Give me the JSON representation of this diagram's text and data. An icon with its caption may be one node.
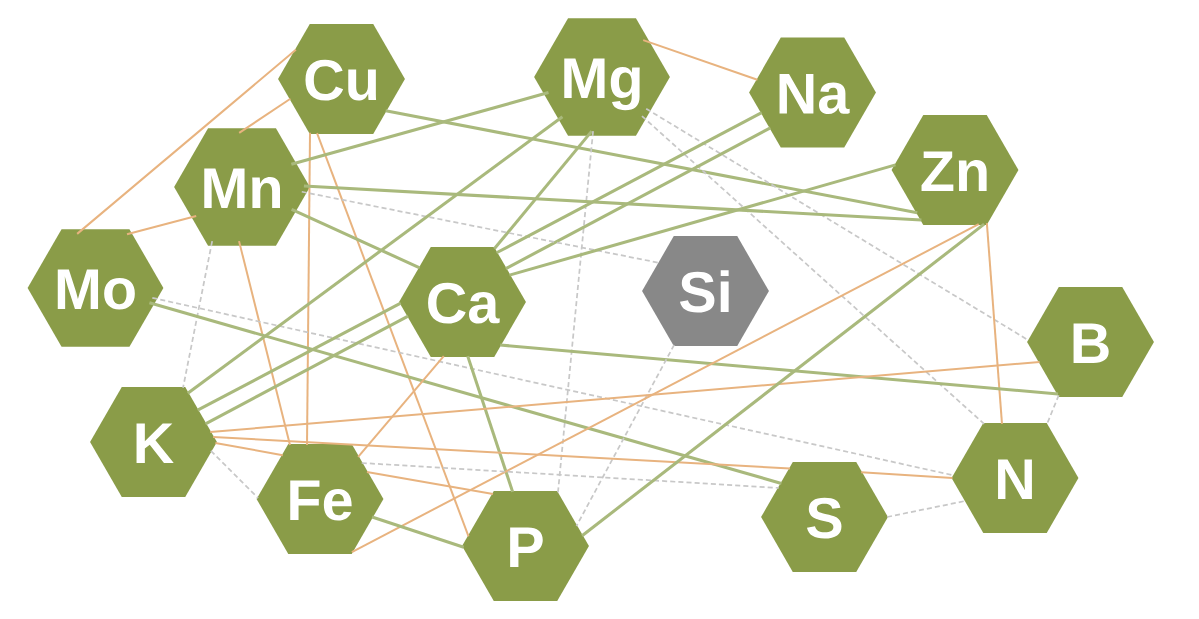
{
  "diagram": {
    "nodes": [
      {
        "text": [
          "Cu"
        ]
      },
      {
        "text": [
          "Mg"
        ]
      },
      {
        "text": [
          "Na"
        ]
      },
      {
        "text": [
          "Mn"
        ]
      },
      {
        "text": [
          "Zn"
        ]
      },
      {
        "text": [
          "Mo"
        ]
      },
      {
        "text": [
          "Ca"
        ]
      },
      {
        "text": [
          "Si"
        ]
      },
      {
        "text": [
          "B"
        ]
      },
      {
        "text": [
          "K"
        ]
      },
      {
        "text": [
          "Fe"
        ]
      },
      {
        "text": [
          "P"
        ]
      },
      {
        "text": [
          "S"
        ]
      },
      {
        "text": [
          "N"
        ]
      }
    ],
    "edges": [
      {
        "from": 0,
        "to": 5,
        "arrow": "none",
        "color": "#e8b37f"
      },
      {
        "from": 0,
        "to": 3,
        "arrow": "none",
        "color": "#e8b37f"
      },
      {
        "from": 0,
        "to": 10,
        "arrow": "none",
        "color": "#e8b37f"
      },
      {
        "from": 0,
        "to": 11,
        "arrow": "none",
        "color": "#e8b37f"
      },
      {
        "from": 0,
        "to": 4,
        "arrow": "none"
      },
      {
        "from": 1,
        "to": 2,
        "arrow": "none",
        "color": "#e8b37f"
      },
      {
        "from": 1,
        "to": 6,
        "arrow": "none"
      },
      {
        "from": 1,
        "to": 11,
        "arrow": "none",
        "style": "dashed",
        "color": "#c8c8c8"
      },
      {
        "from": 1,
        "to": 8,
        "arrow": "none",
        "style": "dashed",
        "color": "#c8c8c8"
      },
      {
        "from": 1,
        "to": 13,
        "arrow": "none",
        "style": "dashed",
        "color": "#c8c8c8"
      },
      {
        "from": 2,
        "to": 6,
        "arrow": "none"
      },
      {
        "from": 3,
        "to": 5,
        "arrow": "none",
        "color": "#e8b37f"
      },
      {
        "from": 3,
        "to": 1,
        "arrow": "none"
      },
      {
        "from": 3,
        "to": 4,
        "arrow": "none"
      },
      {
        "from": 3,
        "to": 6,
        "arrow": "none"
      },
      {
        "from": 3,
        "to": 10,
        "arrow": "none",
        "color": "#e8b37f"
      },
      {
        "from": 3,
        "to": 9,
        "arrow": "none",
        "style": "dashed",
        "color": "#c8c8c8"
      },
      {
        "from": 3,
        "to": 7,
        "arrow": "none",
        "style": "dashed",
        "color": "#c8c8c8"
      },
      {
        "from": 4,
        "to": 13,
        "arrow": "none",
        "color": "#e8b37f"
      },
      {
        "from": 5,
        "to": 12,
        "arrow": "none"
      },
      {
        "from": 5,
        "to": 13,
        "arrow": "none",
        "style": "dashed",
        "color": "#c8c8c8"
      },
      {
        "from": 6,
        "to": 4,
        "arrow": "none"
      },
      {
        "from": 6,
        "to": 8,
        "arrow": "none"
      },
      {
        "from": 6,
        "to": 11,
        "arrow": "none"
      },
      {
        "from": 6,
        "to": 2,
        "arrow": "none"
      },
      {
        "from": 7,
        "to": 11,
        "arrow": "none",
        "style": "dashed",
        "color": "#c8c8c8"
      },
      {
        "from": 8,
        "to": 13,
        "arrow": "none",
        "style": "dashed",
        "color": "#c8c8c8"
      },
      {
        "from": 9,
        "to": 1,
        "arrow": "none"
      },
      {
        "from": 9,
        "to": 6,
        "arrow": "none"
      },
      {
        "from": 9,
        "to": 6,
        "arrow": "none"
      },
      {
        "from": 9,
        "to": 8,
        "arrow": "none",
        "color": "#e8b37f"
      },
      {
        "from": 9,
        "to": 12,
        "arrow": "none",
        "color": "#e8b37f"
      },
      {
        "from": 9,
        "to": 10,
        "arrow": "none",
        "color": "#e8b37f"
      },
      {
        "from": 9,
        "to": 10,
        "arrow": "none",
        "style": "dashed",
        "color": "#c8c8c8"
      },
      {
        "from": 10,
        "to": 6,
        "arrow": "none",
        "color": "#e8b37f"
      },
      {
        "from": 10,
        "to": 4,
        "arrow": "none",
        "color": "#e8b37f"
      },
      {
        "from": 10,
        "to": 11,
        "arrow": "none",
        "color": "#e8b37f"
      },
      {
        "from": 10,
        "to": 11,
        "arrow": "none"
      },
      {
        "from": 10,
        "to": 12,
        "arrow": "none",
        "style": "dashed",
        "color": "#c8c8c8"
      },
      {
        "from": 11,
        "to": 4,
        "arrow": "none"
      },
      {
        "from": 12,
        "to": 13,
        "arrow": "none",
        "color": "#e8b37f"
      },
      {
        "from": 12,
        "to": 13,
        "arrow": "none",
        "style": "dashed",
        "color": "#c8c8c8"
      }
    ]
  }
}
